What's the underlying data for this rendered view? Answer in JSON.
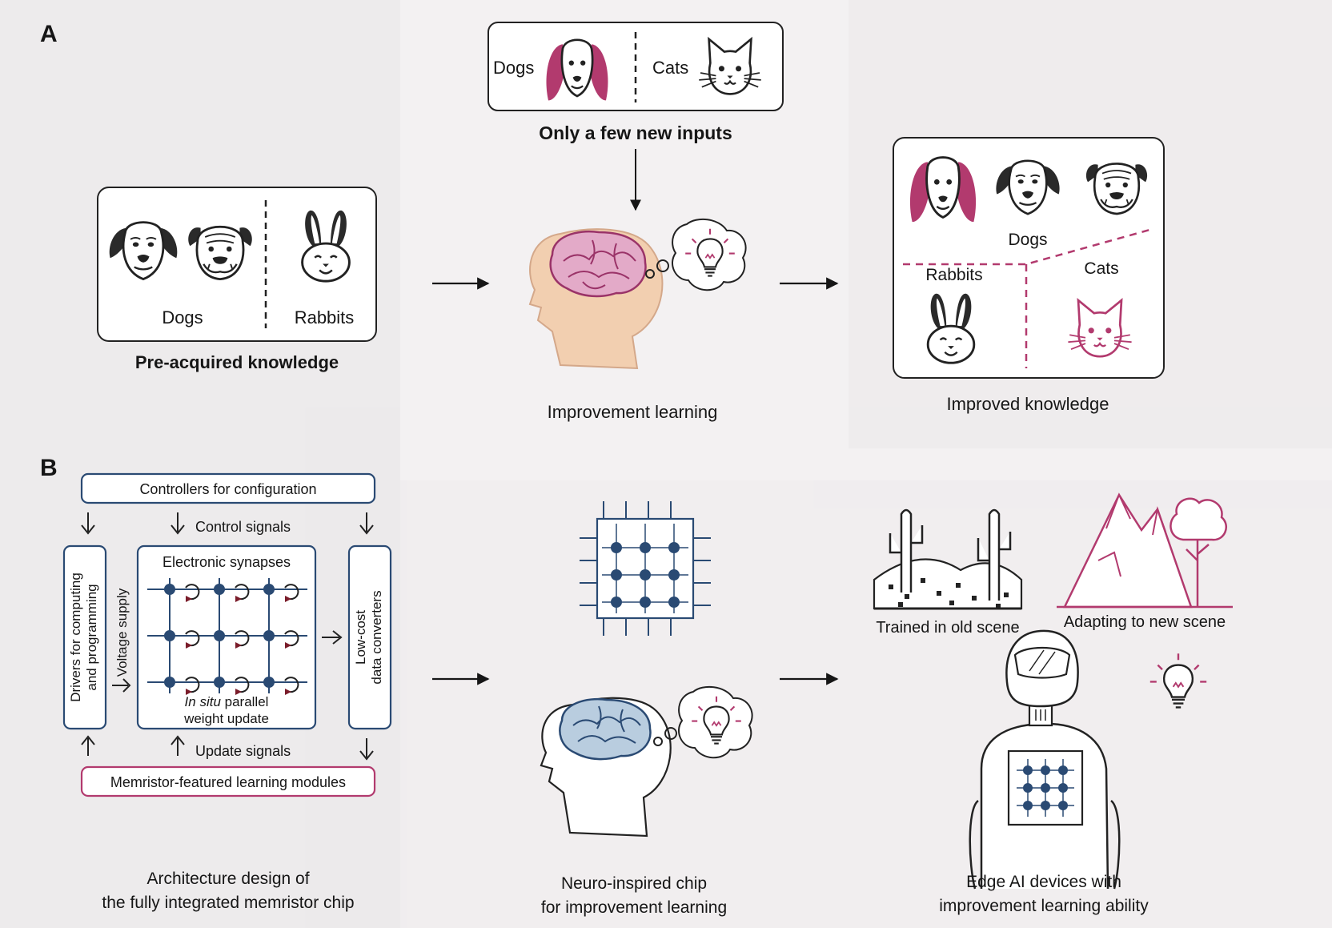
{
  "panel_a": {
    "letter": "A",
    "new_inputs": {
      "dogs": "Dogs",
      "cats": "Cats",
      "caption": "Only a few new inputs"
    },
    "pre_acquired": {
      "dogs": "Dogs",
      "rabbits": "Rabbits",
      "caption": "Pre-acquired knowledge"
    },
    "improvement_caption": "Improvement learning",
    "improved": {
      "dogs": "Dogs",
      "rabbits": "Rabbits",
      "cats": "Cats",
      "caption": "Improved knowledge"
    }
  },
  "panel_b": {
    "letter": "B",
    "controllers": "Controllers for configuration",
    "control_signals": "Control signals",
    "drivers_line1": "Drivers for computing",
    "drivers_line2": "and programming",
    "voltage_supply": "Voltage supply",
    "synapses_title": "Electronic synapses",
    "insitu_italic": "In situ",
    "insitu_rest": " parallel",
    "weight_update": "weight update",
    "converters_line1": "Low-cost",
    "converters_line2": "data converters",
    "update_signals": "Update signals",
    "memristor_modules": "Memristor-featured learning modules",
    "arch_caption_line1": "Architecture design of",
    "arch_caption_line2": "the fully integrated memristor chip",
    "chip_caption_line1": "Neuro-inspired chip",
    "chip_caption_line2": "for improvement learning",
    "old_scene": "Trained in old scene",
    "new_scene": "Adapting to new scene",
    "edge_caption_line1": "Edge AI devices with",
    "edge_caption_line2": "improvement learning ability"
  },
  "colors": {
    "accent": "#b23a6e",
    "accent_light": "#e8bdd0",
    "node": "#2a4a73",
    "brain_pink": "#e3aac8",
    "brain_blue": "#b9cddf",
    "face": "#f2cfb0"
  }
}
